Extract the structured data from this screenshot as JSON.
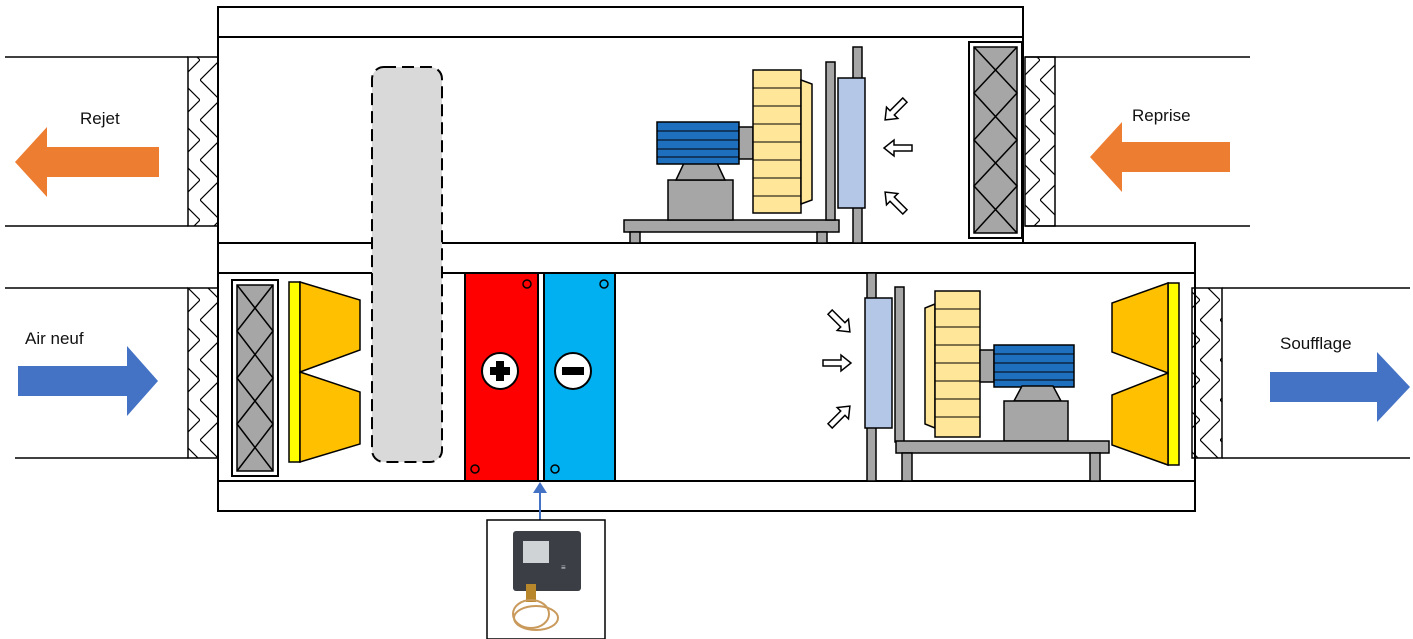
{
  "labels": {
    "rejet": "Rejet",
    "reprise": "Reprise",
    "air_neuf": "Air neuf",
    "soufflage": "Soufflage"
  },
  "colors": {
    "exhaust_arrow": "#ed7d31",
    "supply_arrow": "#4472c4",
    "heating_coil": "#ff0000",
    "cooling_coil": "#00b0f0",
    "fan_wheel": "#ffe699",
    "motor": "#1f6fbf",
    "grey_part": "#a6a6a6",
    "damper_yellow": "#ffc000",
    "filter_plate": "#b4c7e7",
    "heat_recovery": "#d9d9d9"
  },
  "components": {
    "heating_coil_symbol": "plus",
    "cooling_coil_symbol": "minus",
    "thermostat": "frost-protection-thermostat-icon"
  }
}
